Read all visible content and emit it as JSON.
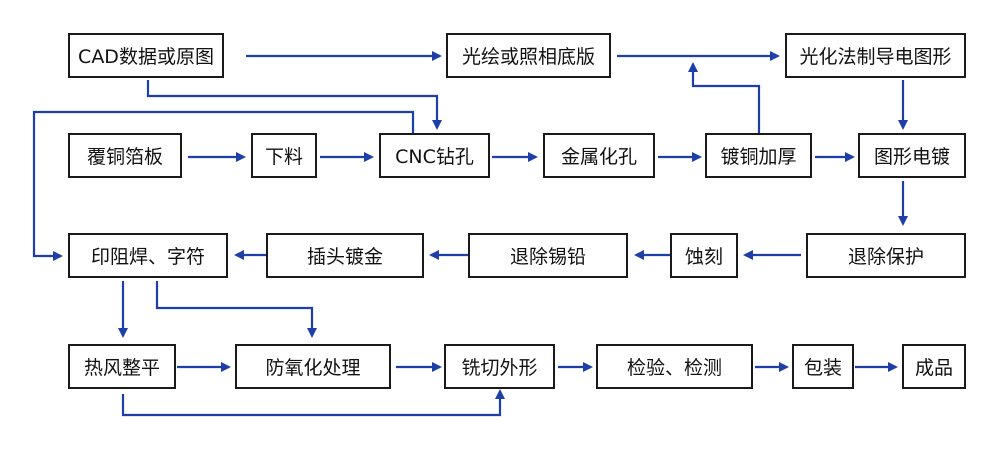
{
  "colors": {
    "arrow": "#1f3fa8",
    "box_border": "#1a1a1a",
    "text": "#111111"
  },
  "nodes": {
    "cad": "CAD数据或原图",
    "phototool": "光绘或照相底版",
    "photo_transfer": "光化法制导电图形",
    "ccl": "覆铜箔板",
    "cutting": "下料",
    "cnc": "CNC钻孔",
    "pth": "金属化孔",
    "copper_plating": "镀铜加厚",
    "pattern_plating": "图形电镀",
    "solder_mask": "印阻焊、字符",
    "gold_finger": "插头镀金",
    "strip_tinlead": "退除锡铅",
    "etching": "蚀刻",
    "strip_resist": "退除保护",
    "hasl": "热风整平",
    "osp": "防氧化处理",
    "routing": "铣切外形",
    "inspection": "检验、检测",
    "packing": "包装",
    "finished": "成品"
  }
}
